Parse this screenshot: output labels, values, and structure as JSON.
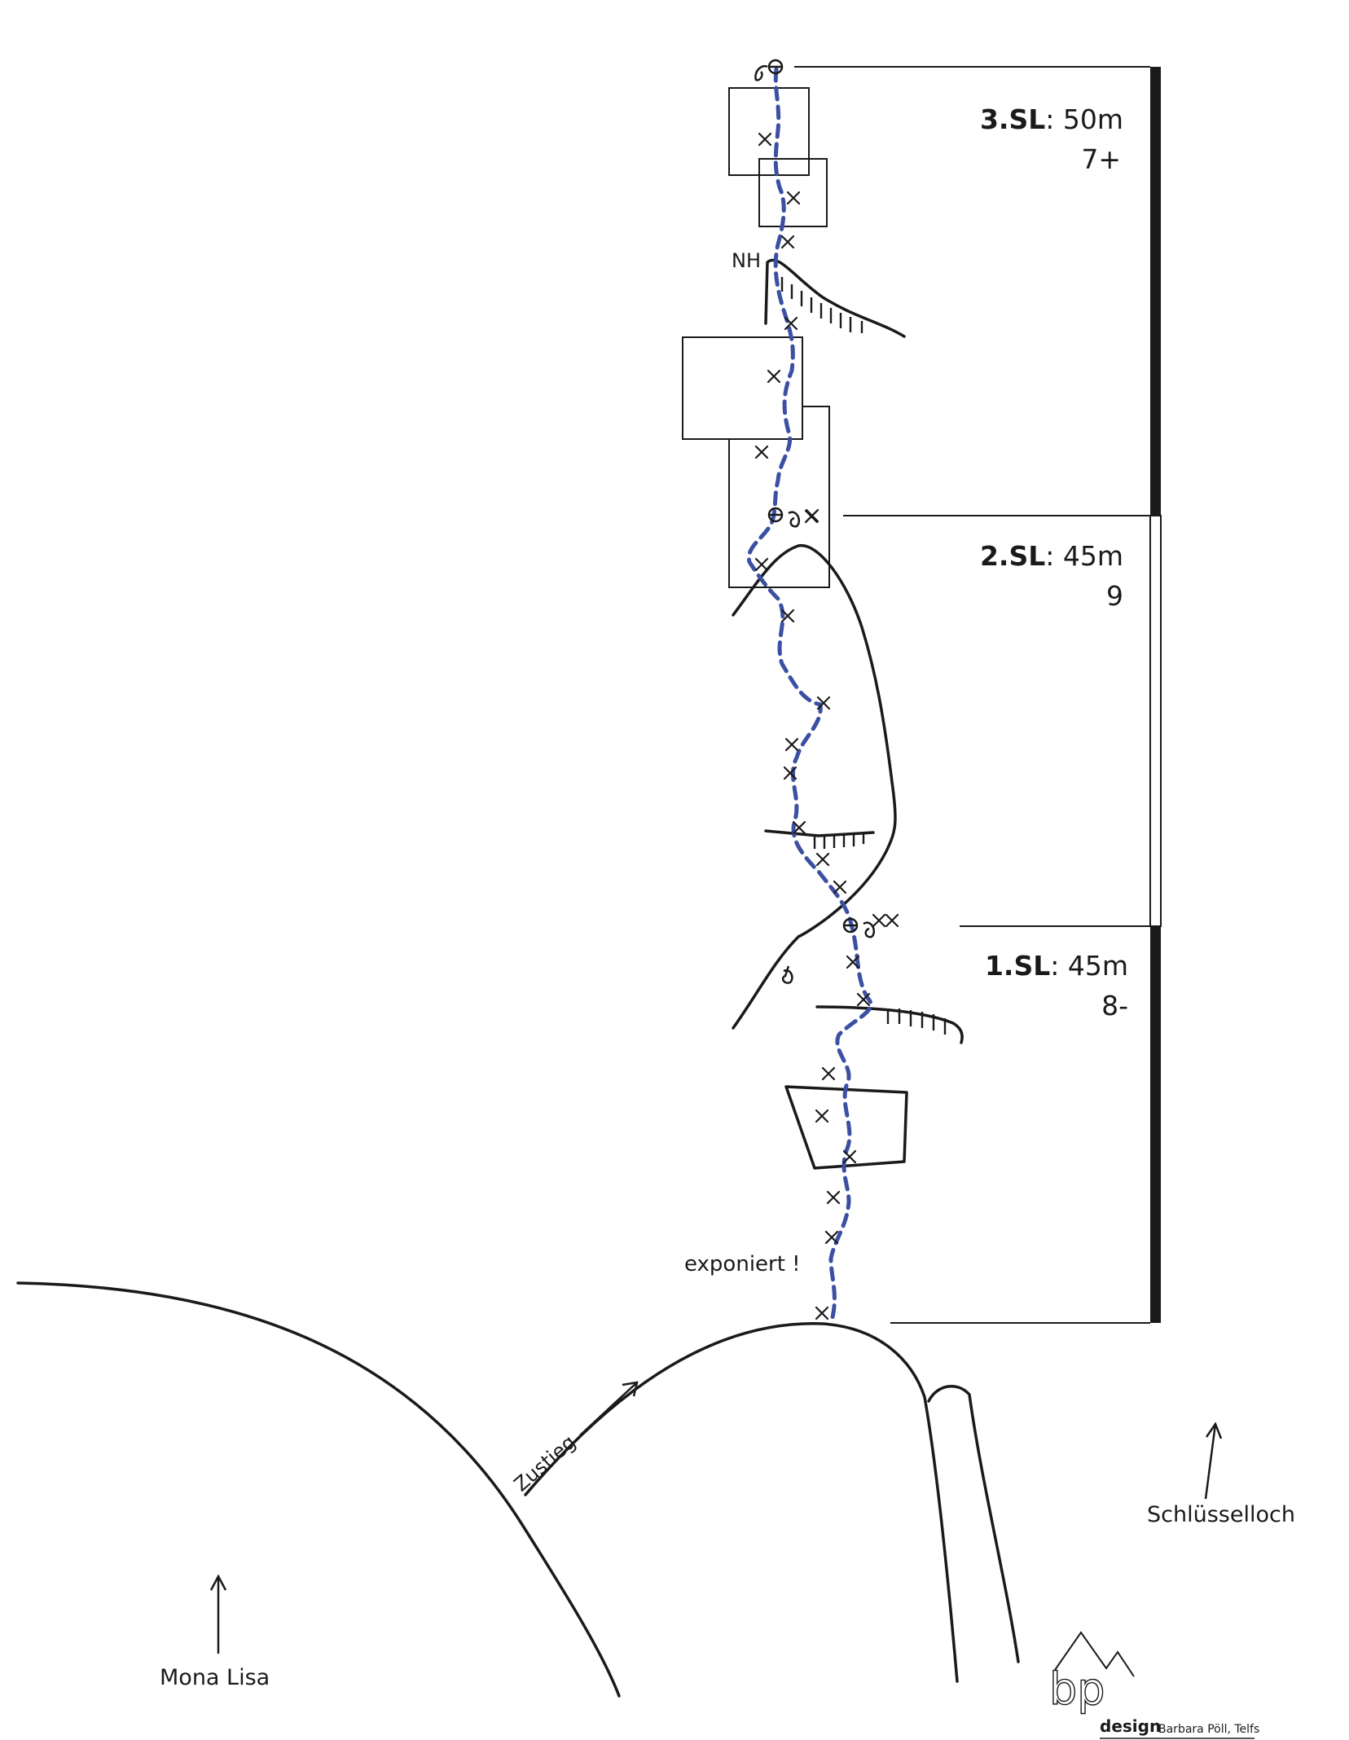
{
  "topo": {
    "pitches": [
      {
        "name": "3.SL",
        "length": "50m",
        "grade": "7+"
      },
      {
        "name": "2.SL",
        "length": "45m",
        "grade": "9"
      },
      {
        "name": "1.SL",
        "length": "45m",
        "grade": "8-"
      }
    ],
    "labels": {
      "normal_hook": "NH",
      "exposed": "exponiert !",
      "approach": "Zustieg",
      "mona_lisa": "Mona Lisa",
      "keyhole": "Schlüsselloch"
    },
    "logo": {
      "mark": "bp",
      "word": "design",
      "credit": "Barbara Pöll, Telfs"
    },
    "colors": {
      "route": "#3b4fa3",
      "rock": "#1a1a1a"
    }
  }
}
